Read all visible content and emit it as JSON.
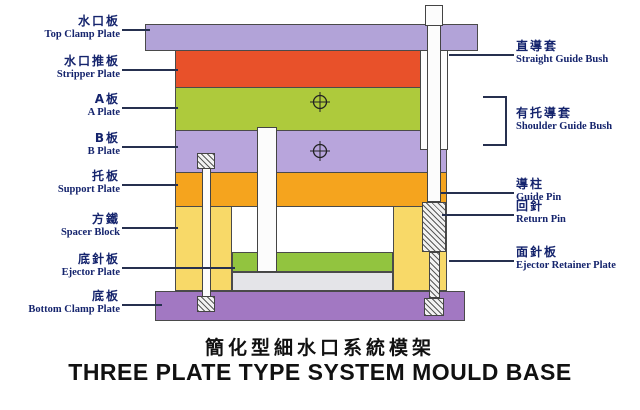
{
  "title": {
    "chinese": "簡化型細水口系統模架",
    "english": "THREE PLATE TYPE SYSTEM MOULD BASE"
  },
  "left_labels": [
    {
      "zh": "水口板",
      "en": "Top Clamp Plate"
    },
    {
      "zh": "水口推板",
      "en": "Stripper Plate"
    },
    {
      "zh": "A板",
      "en": "A Plate"
    },
    {
      "zh": "B板",
      "en": "B Plate"
    },
    {
      "zh": "托板",
      "en": "Support Plate"
    },
    {
      "zh": "方鐵",
      "en": "Spacer Block"
    },
    {
      "zh": "底針板",
      "en": "Ejector Plate"
    },
    {
      "zh": "底板",
      "en": "Bottom Clamp Plate"
    }
  ],
  "right_labels": [
    {
      "zh": "直導套",
      "en": "Straight Guide Bush"
    },
    {
      "zh": "有托導套",
      "en": "Shoulder Guide Bush"
    },
    {
      "zh": "導柱",
      "en": "Guide Pin"
    },
    {
      "zh": "回針",
      "en": "Return Pin"
    },
    {
      "zh": "面針板",
      "en": "Ejector Retainer Plate"
    }
  ],
  "colors": {
    "top_clamp_plate": "#b2a3d8",
    "stripper_plate": "#e8512a",
    "a_plate": "#aeca3c",
    "b_plate": "#b8a5dc",
    "support_plate": "#f5a41e",
    "spacer_block": "#f8d968",
    "ejector_retainer_plate": "#92c43f",
    "ejector_plate": "#e4e4e8",
    "bottom_clamp_plate": "#a278c2",
    "label_text": "#15246d",
    "leader_line": "#26304f",
    "title_text": "#111111"
  }
}
